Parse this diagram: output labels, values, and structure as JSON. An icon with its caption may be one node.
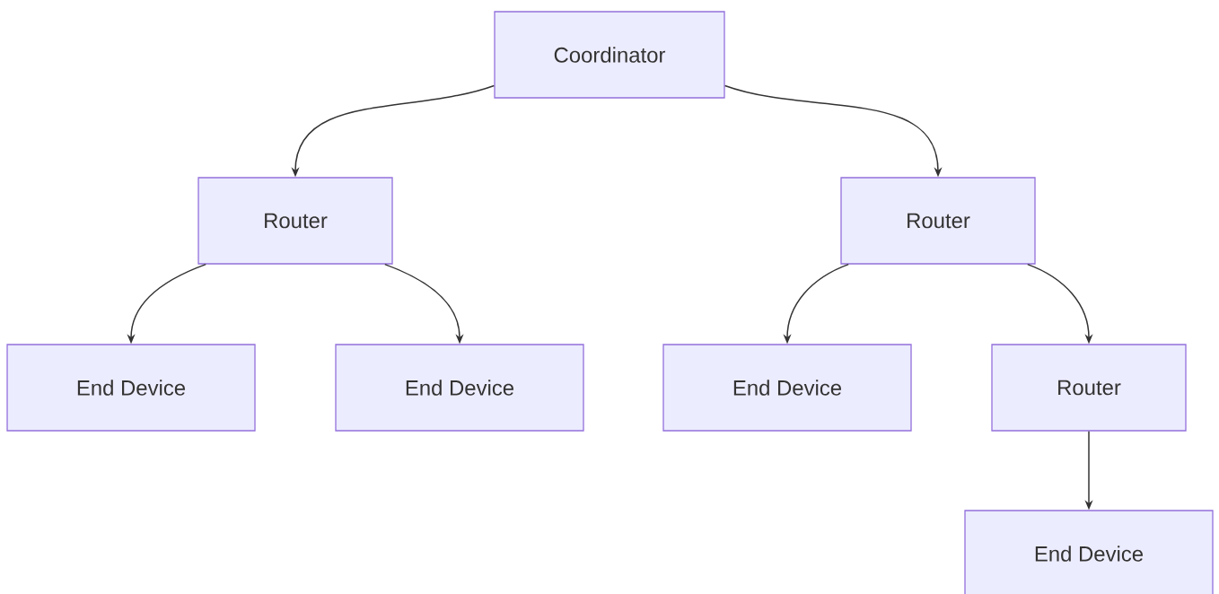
{
  "diagram": {
    "nodes": [
      {
        "text": [
          "Coordinator"
        ]
      },
      {
        "text": [
          "Router"
        ]
      },
      {
        "text": [
          "Router"
        ]
      },
      {
        "text": [
          "End Device"
        ]
      },
      {
        "text": [
          "End Device"
        ]
      },
      {
        "text": [
          "End Device"
        ]
      },
      {
        "text": [
          "Router"
        ]
      },
      {
        "text": [
          "End Device"
        ]
      }
    ],
    "edges": [
      {
        "from": 0,
        "to": 1,
        "arrow": "to"
      },
      {
        "from": 0,
        "to": 2,
        "arrow": "to"
      },
      {
        "from": 1,
        "to": 3,
        "arrow": "to"
      },
      {
        "from": 1,
        "to": 4,
        "arrow": "to"
      },
      {
        "from": 2,
        "to": 5,
        "arrow": "to"
      },
      {
        "from": 2,
        "to": 6,
        "arrow": "to"
      },
      {
        "from": 6,
        "to": 7,
        "arrow": "to"
      }
    ]
  }
}
